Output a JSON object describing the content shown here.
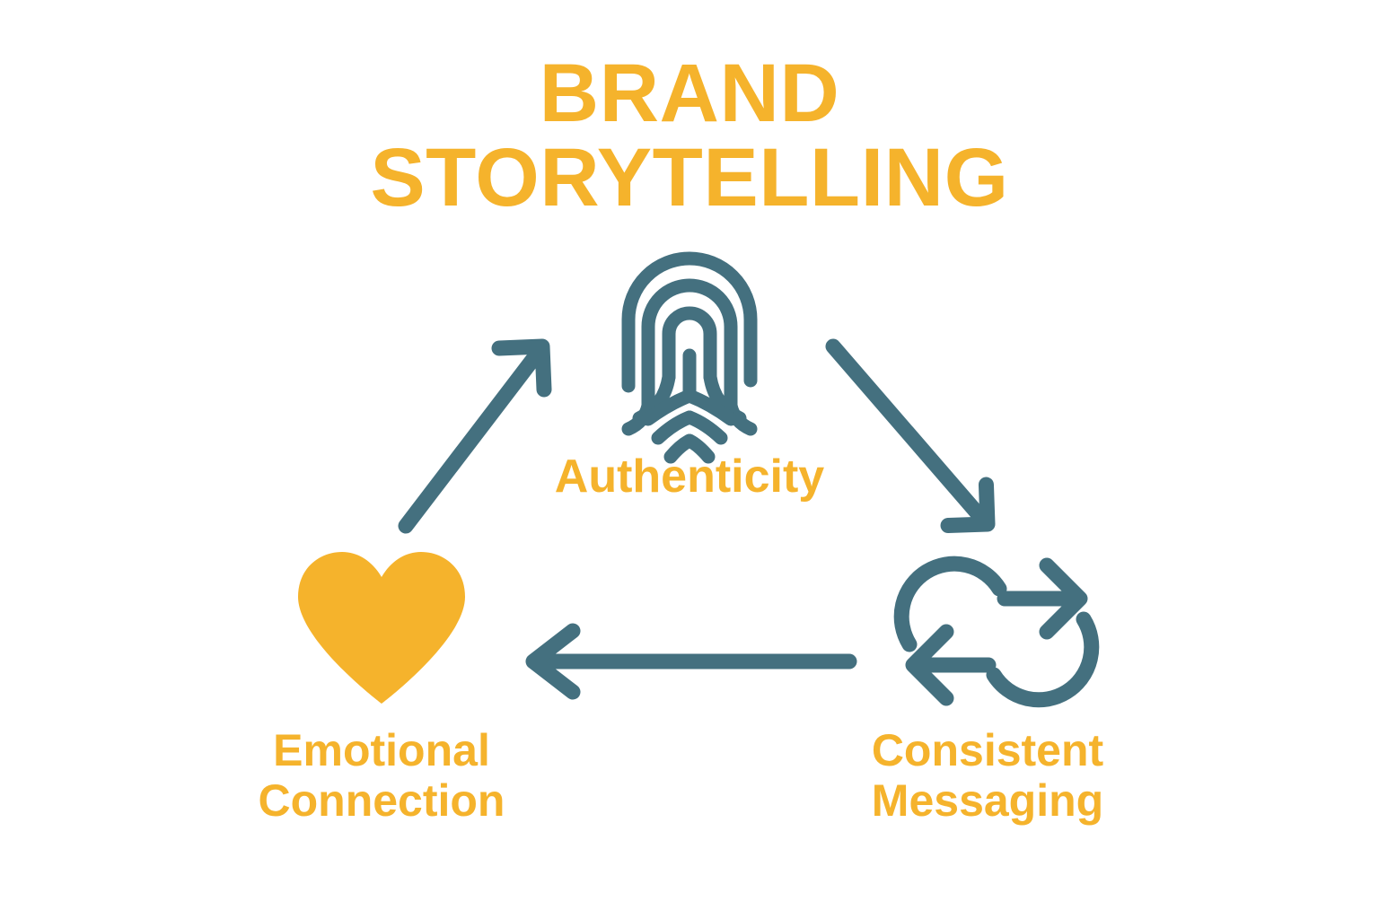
{
  "title": {
    "line1": "BRAND",
    "line2": "STORYTELLING"
  },
  "colors": {
    "amber": "#f5b32c",
    "slate_blue": "#44707f",
    "background": "#ffffff"
  },
  "diagram": {
    "type": "cycle-triangle",
    "direction": "counterclockwise",
    "nodes": [
      {
        "id": "authenticity",
        "label": "Authenticity",
        "icon": "fingerprint-icon",
        "icon_color": "#44707f",
        "position": "top"
      },
      {
        "id": "consistent-messaging",
        "label_line1": "Consistent",
        "label_line2": "Messaging",
        "icon": "cycle-arrows-icon",
        "icon_color": "#44707f",
        "position": "bottom-right"
      },
      {
        "id": "emotional-connection",
        "label_line1": "Emotional",
        "label_line2": "Connection",
        "icon": "heart-icon",
        "icon_color": "#f5b32c",
        "position": "bottom-left"
      }
    ],
    "connectors": [
      {
        "id": "authenticity-to-consistent",
        "from": "authenticity",
        "to": "consistent-messaging",
        "style": "arrow-down-right"
      },
      {
        "id": "consistent-to-emotional",
        "from": "consistent-messaging",
        "to": "emotional-connection",
        "style": "arrow-left"
      },
      {
        "id": "emotional-to-authenticity",
        "from": "emotional-connection",
        "to": "authenticity",
        "style": "arrow-up-right"
      }
    ]
  }
}
